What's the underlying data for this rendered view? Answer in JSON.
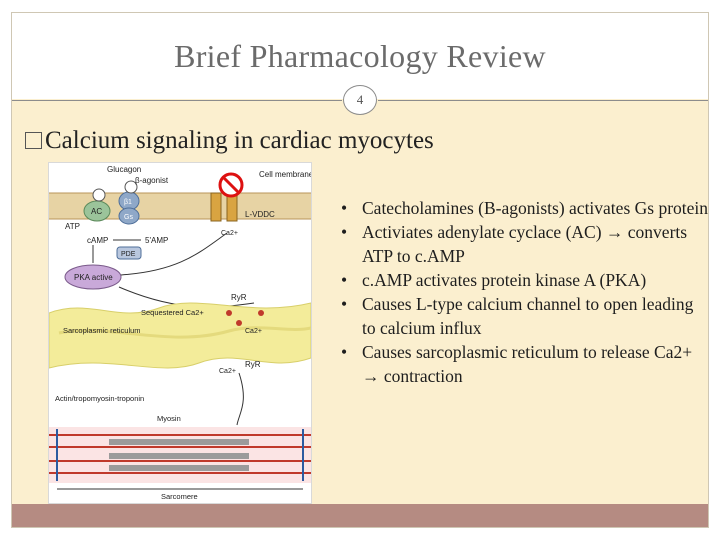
{
  "slide": {
    "title": "Brief Pharmacology Review",
    "page_number": "4",
    "heading": "Calcium signaling in cardiac myocytes",
    "bullets": [
      "Catecholamines (B-agonists) activates Gs protein",
      "Activiates adenylate cyclace (AC) → converts ATP to c.AMP",
      "c.AMP activates protein kinase A (PKA)",
      "Causes L-type calcium channel to open leading to calcium influx",
      "Causes sarcoplasmic reticulum to release Ca2+ → contraction"
    ]
  },
  "figure": {
    "labels": {
      "glucagon": "Glucagon",
      "beta_agonist": "β-agonist",
      "cell_membrane": "Cell membrane",
      "b1": "β1",
      "gs": "Gs",
      "ac": "AC",
      "atp": "ATP",
      "camp": "cAMP",
      "five_amp": "5'AMP",
      "pde": "PDE",
      "pka_active": "PKA active",
      "l_vddc": "L-VDDC",
      "ca_in": "Ca2+",
      "ryr_top": "RyR",
      "sequestered": "Sequestered Ca2+",
      "ca_mid": "Ca2+",
      "sarcoplasmic": "Sarcoplasmic reticulum",
      "ryr_bottom": "RyR",
      "ca_low": "Ca2+",
      "actin": "Actin/tropomyosin-troponin",
      "myosin": "Myosin",
      "sarcomere": "Sarcomere"
    },
    "colors": {
      "membrane": "#c9a86a",
      "reticulum": "#f3ec9a",
      "pka": "#c9a9d9",
      "receptor": "#8fa8c8",
      "actin": "#c0392b",
      "myosin": "#9b9b9b"
    }
  },
  "colors": {
    "background": "#fbefcf",
    "title_text": "#6b6b6b",
    "footer_bar": "#b58b82"
  }
}
